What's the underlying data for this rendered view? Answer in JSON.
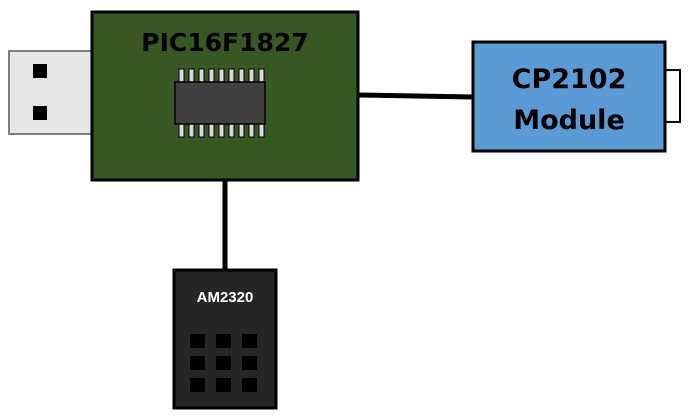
{
  "mcu_board": {
    "label": "PIC16F1827",
    "board_color": "#385723",
    "chip_color": "#404040",
    "pin_color": "#d9d9d9"
  },
  "usb_module": {
    "label_line1": "CP2102",
    "label_line2": "Module",
    "color": "#5b9bd5"
  },
  "sensor": {
    "label": "AM2320",
    "color": "#262626"
  },
  "usb_plug": {
    "color": "#e7e6e6"
  },
  "colors": {
    "outline": "#000000",
    "text_light": "#ffffff",
    "text_dark": "#000000"
  }
}
